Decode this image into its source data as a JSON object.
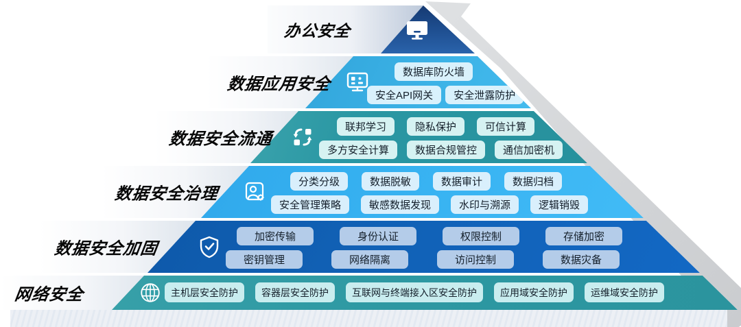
{
  "diagram": {
    "type": "security-pyramid",
    "arrow_color": "#d3d5d7",
    "layers": [
      {
        "id": "office-security",
        "label": "办公安全",
        "icon": "monitor-icon",
        "color": "#1d4c8d",
        "rows": []
      },
      {
        "id": "data-application-security",
        "label": "数据应用安全",
        "icon": "app-dashboard-icon",
        "color": "#36abe0",
        "chip_bg": "#d9f1fc",
        "rows": [
          [
            "数据库防火墙"
          ],
          [
            "安全API网关",
            "安全泄露防护"
          ]
        ]
      },
      {
        "id": "data-flow-security",
        "label": "数据安全流通",
        "icon": "data-exchange-icon",
        "color": "#2a97a3",
        "chip_bg": "#d6f2f2",
        "rows": [
          [
            "联邦学习",
            "隐私保护",
            "可信计算"
          ],
          [
            "多方安全计算",
            "数据合规管控",
            "通信加密机"
          ]
        ]
      },
      {
        "id": "data-security-governance",
        "label": "数据安全治理",
        "icon": "user-gear-icon",
        "color": "#35b0f0",
        "chip_bg": "#d9effc",
        "rows": [
          [
            "分类分级",
            "数据脱敏",
            "数据审计",
            "数据归档"
          ],
          [
            "安全管理策略",
            "敏感数据发现",
            "水印与溯源",
            "逻辑销毁"
          ]
        ]
      },
      {
        "id": "data-security-hardening",
        "label": "数据安全加固",
        "icon": "shield-check-icon",
        "color": "#1160b4",
        "chip_bg": "#b4cce9",
        "rows": [
          [
            "加密传输",
            "身份认证",
            "权限控制",
            "存储加密"
          ],
          [
            "密钥管理",
            "网络隔离",
            "访问控制",
            "数据灾备"
          ]
        ]
      },
      {
        "id": "network-security",
        "label": "网络安全",
        "icon": "globe-icon",
        "color": "#2d98a2",
        "chip_bg": "#c9edef",
        "rows": [
          [
            "主机层安全防护",
            "容器层安全防护",
            "互联网与终端接入区安全防护",
            "应用域安全防护",
            "运维域安全防护"
          ]
        ]
      }
    ]
  }
}
